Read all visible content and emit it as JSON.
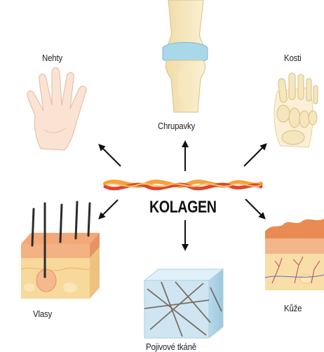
{
  "center": {
    "title": "KOLAGEN"
  },
  "nodes": {
    "nehty": "Nehty",
    "chrupavky": "Chrupavky",
    "kosti": "Kosti",
    "vlasy": "Vlasy",
    "pojivove": "Pojivové tkáně",
    "kuze": "Kůže"
  },
  "colors": {
    "skin": "#f7d9c4",
    "cartilage": "#a9d8ea",
    "bone": "#f4e3b5",
    "collagen_red": "#e0452e",
    "collagen_orange": "#f4a23c",
    "tissue_blue": "#cfe6f2",
    "skin_dermis": "#f6d7a3"
  }
}
